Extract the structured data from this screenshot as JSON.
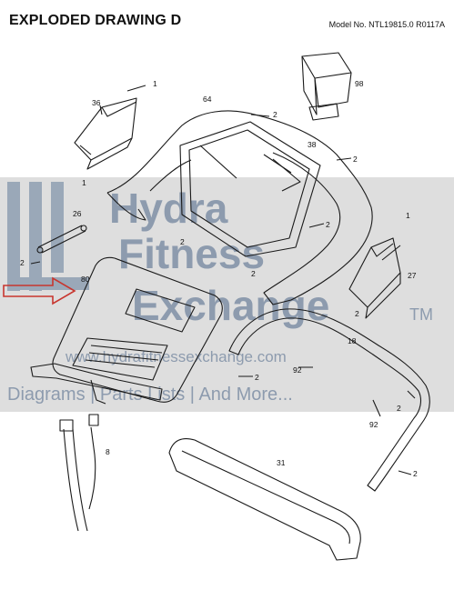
{
  "header": {
    "title": "EXPLODED DRAWING D",
    "model": "Model No. NTL19815.0 R0117A"
  },
  "watermark": {
    "brand_line1": "Hydra",
    "brand_line2": "Fitness",
    "brand_line3": "Exchange",
    "trademark": "TM",
    "url": "www.hydrafitnessexchange.com",
    "tagline": "Diagrams | Parts Lists | And More..."
  },
  "callouts": [
    "1",
    "36",
    "1",
    "64",
    "2",
    "98",
    "38",
    "2",
    "2",
    "26",
    "2",
    "1",
    "2",
    "2",
    "80",
    "27",
    "2",
    "18",
    "92",
    "2",
    "92",
    "2",
    "8",
    "31",
    "2"
  ],
  "colors": {
    "line": "#1a1a1a",
    "arrow": "#c8362f",
    "band": "#dcdcdc",
    "watermark": "#8a9bb0"
  }
}
